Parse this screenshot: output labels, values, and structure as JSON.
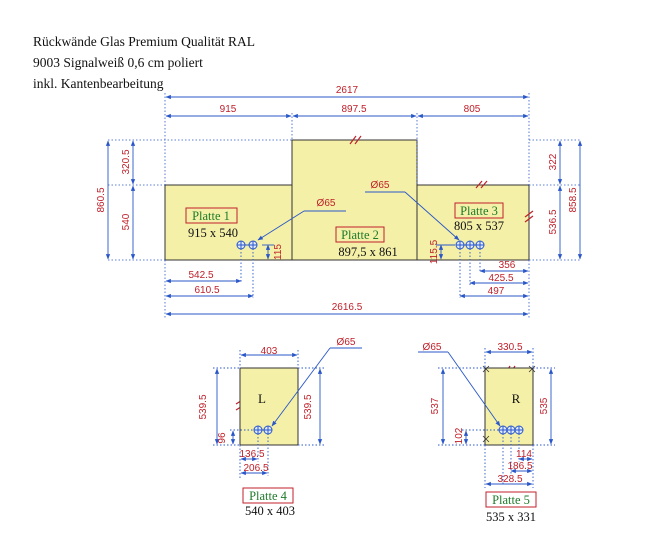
{
  "header": {
    "line1": "Rückwände Glas Premium Qualität RAL",
    "line2": "9003 Signalweiß 0,6 cm poliert",
    "line3": "inkl. Kantenbearbeitung"
  },
  "colors": {
    "panel_fill": "#f4f0a8",
    "panel_stroke": "#333333",
    "dimension_line": "#2a57c8",
    "dimension_text": "#c0202a",
    "title_text": "#1e7a2a",
    "title_box": "#c0202a"
  },
  "dimensions": {
    "overall_top": "2617",
    "seg_1": "915",
    "seg_2": "897.5",
    "seg_3": "805",
    "left_total": "860.5",
    "left_upper": "320.5",
    "left_lower": "540",
    "right_total": "858.5",
    "right_upper": "322",
    "right_lower": "536.5",
    "overall_bottom": "2616.5",
    "p1_hole_center": "542.5",
    "p1_hole_outer": "610.5",
    "p1_hole_height": "115",
    "p3_hole_height": "115.5",
    "p3_hole_a": "356",
    "p3_hole_b": "425.5",
    "p3_hole_c": "497",
    "dia_1": "Ø65",
    "dia_3": "Ø65",
    "p4_width": "403",
    "p4_left_h": "539.5",
    "p4_right_h": "539.5",
    "p4_hole_h": "96",
    "p4_hole_a": "136.5",
    "p4_hole_b": "206.5",
    "dia_4": "Ø65",
    "p5_width": "330.5",
    "p5_left_h": "537",
    "p5_right_h": "535",
    "p5_hole_h": "102",
    "p5_hole_a": "114",
    "p5_hole_b": "186.5",
    "p5_hole_c": "328.5",
    "dia_5": "Ø65"
  },
  "panels": [
    {
      "title": "Platte 1",
      "size": "915 x 540"
    },
    {
      "title": "Platte 2",
      "size": "897,5 x 861"
    },
    {
      "title": "Platte 3",
      "size": "805 x 537"
    },
    {
      "title": "Platte 4",
      "size": "540 x 403",
      "side": "L"
    },
    {
      "title": "Platte 5",
      "size": "535 x 331",
      "side": "R"
    }
  ]
}
